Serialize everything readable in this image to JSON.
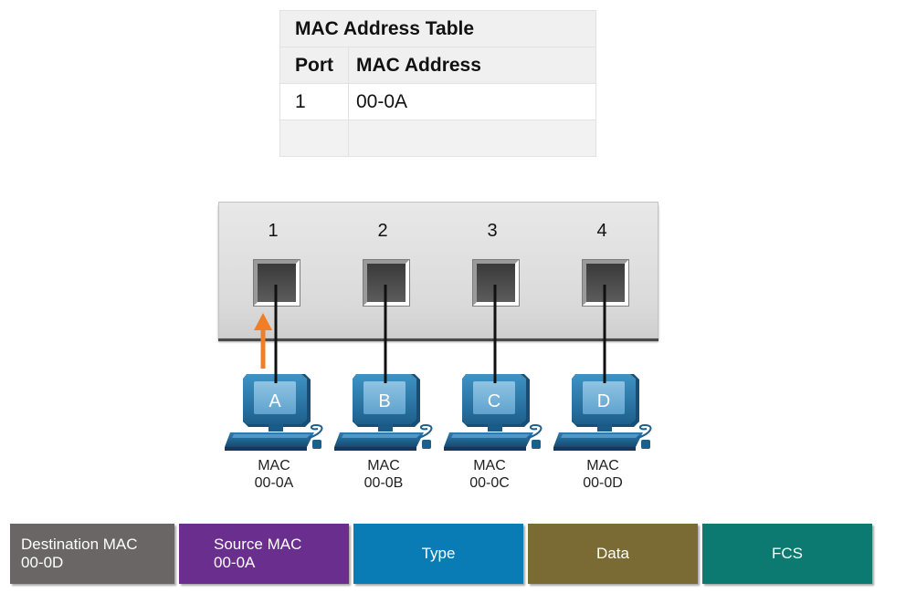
{
  "mac_table": {
    "title": "MAC Address Table",
    "headers": {
      "port": "Port",
      "mac": "MAC Address"
    },
    "rows": [
      {
        "port": "1",
        "mac": "00-0A"
      },
      {
        "port": "",
        "mac": ""
      }
    ]
  },
  "switch": {
    "ports": [
      "1",
      "2",
      "3",
      "4"
    ]
  },
  "arrow_color": "#f07e26",
  "hosts": [
    {
      "letter": "A",
      "mac_label": "MAC",
      "mac": "00-0A"
    },
    {
      "letter": "B",
      "mac_label": "MAC",
      "mac": "00-0B"
    },
    {
      "letter": "C",
      "mac_label": "MAC",
      "mac": "00-0C"
    },
    {
      "letter": "D",
      "mac_label": "MAC",
      "mac": "00-0D"
    }
  ],
  "frame": {
    "destination": {
      "label": "Destination MAC",
      "value": "00-0D",
      "color": "#6a6666"
    },
    "source": {
      "label": "Source MAC",
      "value": "00-0A",
      "color": "#6a2e8e"
    },
    "type": {
      "label": "Type",
      "color": "#0a7cb5"
    },
    "data": {
      "label": "Data",
      "color": "#7a6a34"
    },
    "fcs": {
      "label": "FCS",
      "color": "#0c7a70"
    }
  }
}
